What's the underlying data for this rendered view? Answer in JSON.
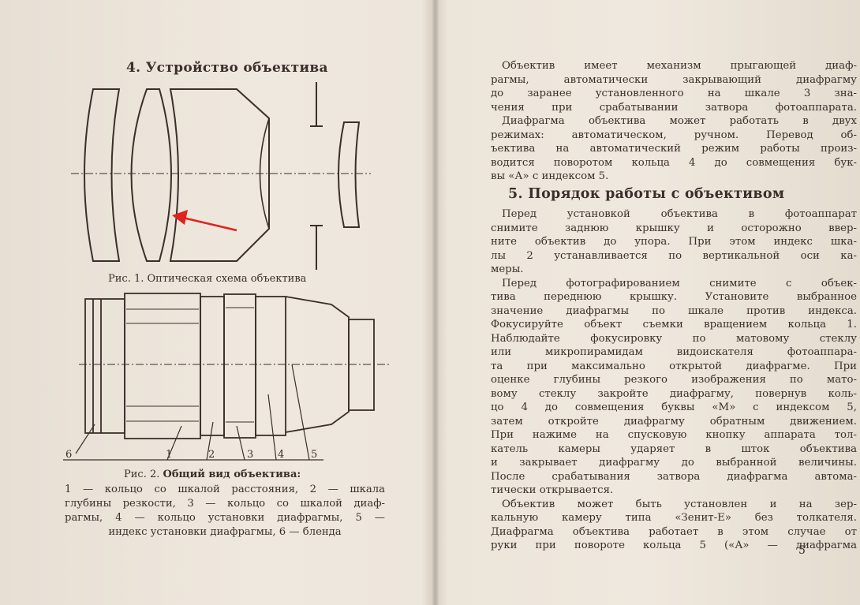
{
  "left_page": {
    "heading": "4. Устройство объектива",
    "figure1_caption": "Рис. 1. Оптическая схема объектива",
    "figure2_caption_label": "Рис. 2.",
    "figure2_caption_text": "Общий вид объектива:",
    "callouts": [
      "1",
      "2",
      "3",
      "4",
      "5",
      "6"
    ],
    "legend_lines": [
      "1 — кольцо со шкалой расстояния,   2 — шкала",
      "глубины резкости, 3 — кольцо со шкалой диаф-",
      "рагмы, 4 — кольцо установки диафрагмы, 5 —",
      "индекс установки диафрагмы, 6 — бленда"
    ]
  },
  "right_page": {
    "paragraph1_lines": [
      "Объектив имеет механизм прыгающей диаф-",
      "рагмы, автоматически закрывающий диафрагму",
      "до заранее установленного на шкале 3 зна-",
      "чения при срабатывании затвора фотоаппарата.",
      "Диафрагма объектива может работать в двух",
      "режимах: автоматическом, ручном. Перевод об-",
      "ъектива на автоматический режим работы произ-",
      "водится поворотом кольца 4 до совмещения бук-",
      "вы «А» с индексом 5."
    ],
    "heading": "5. Порядок работы с объективом",
    "paragraph2_lines": [
      "Перед установкой объектива в фотоаппарат",
      "снимите заднюю крышку и осторожно ввер-",
      "ните объектив до упора. При этом индекс шка-",
      "лы 2 устанавливается по вертикальной оси ка-",
      "меры.",
      "Перед фотографированием снимите с объек-",
      "тива переднюю крышку. Установите выбранное",
      "значение диафрагмы по шкале против индекса.",
      "Фокусируйте объект съемки вращением кольца 1.",
      "Наблюдайте фокусировку по матовому стеклу",
      "или микропирамидам видоискателя фотоаппара-",
      "та при максимально открытой диафрагме. При",
      "оценке глубины резкого изображения по мато-",
      "вому стеклу закройте диафрагму, повернув коль-",
      "цо 4 до совмещения буквы «М» с индексом 5,",
      "затем откройте диафрагму обратным движением.",
      "При нажиме на спусковую кнопку аппарата тол-",
      "катель камеры ударяет в шток объектива",
      "и закрывает диафрагму до выбранной величины.",
      "После срабатывания затвора диафрагма автома-",
      "тически открывается.",
      "Объектив может быть установлен и на зер-",
      "кальную камеру типа «Зенит-Е» без толкателя.",
      "Диафрагма объектива работает в этом случае от",
      "руки при повороте кольца 5 («А» — диафрагма"
    ],
    "page_number": "5"
  },
  "colors": {
    "ink": "#3a2f2a",
    "annotation_arrow": "#e0231c",
    "paper": "#efe8de"
  }
}
